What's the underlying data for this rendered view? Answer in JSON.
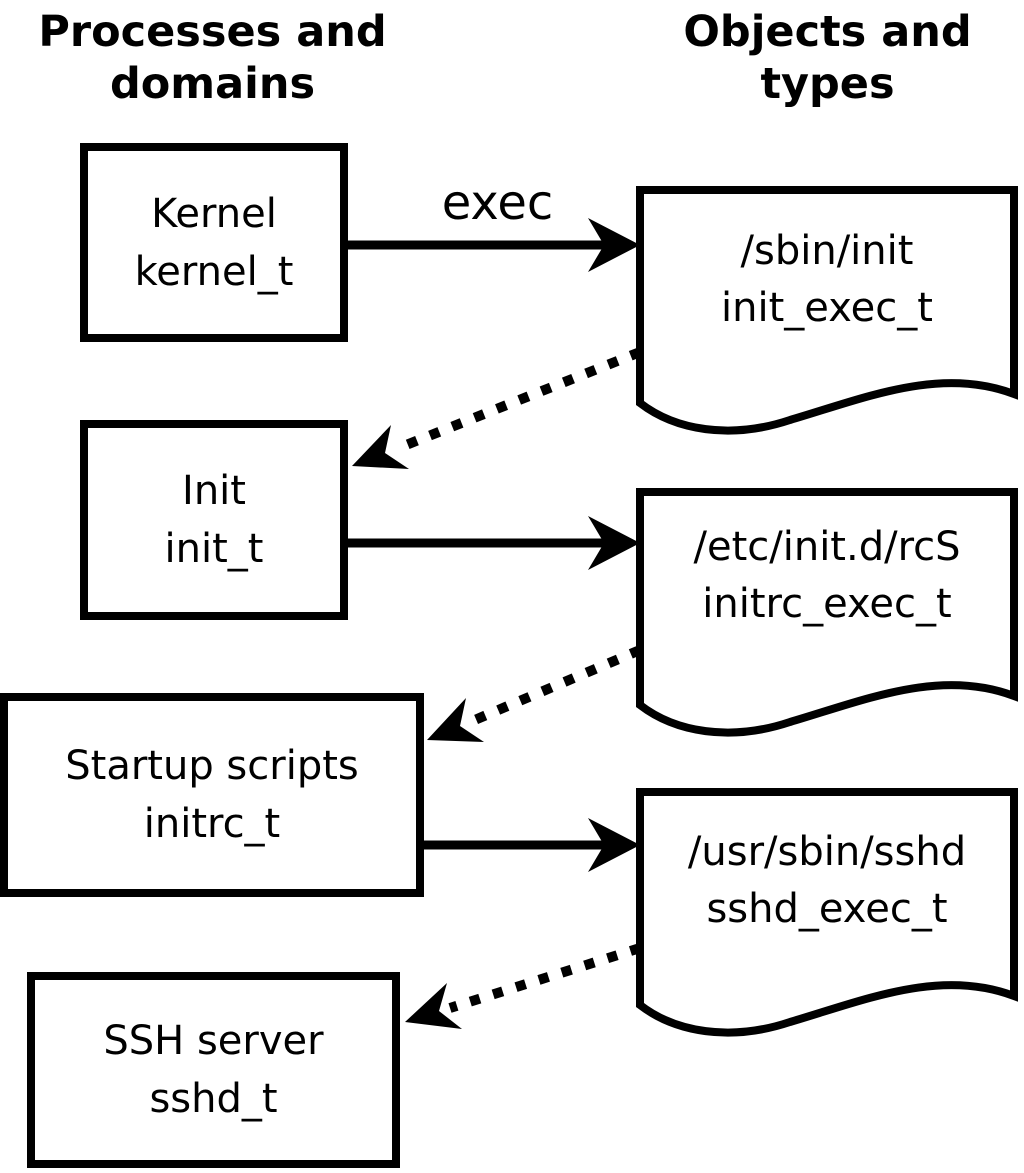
{
  "diagram": {
    "column_headers": {
      "left": "Processes and domains",
      "right": "Objects and types"
    },
    "processes": [
      {
        "name": "Kernel",
        "domain": "kernel_t"
      },
      {
        "name": "Init",
        "domain": "init_t"
      },
      {
        "name": "Startup scripts",
        "domain": "initrc_t"
      },
      {
        "name": "SSH server",
        "domain": "sshd_t"
      }
    ],
    "objects": [
      {
        "path": "/sbin/init",
        "type": "init_exec_t"
      },
      {
        "path": "/etc/init.d/rcS",
        "type": "initrc_exec_t"
      },
      {
        "path": "/usr/sbin/sshd",
        "type": "sshd_exec_t"
      }
    ],
    "edge_labels": {
      "exec": "exec"
    },
    "colors": {
      "foreground": "#000000",
      "background": "#ffffff"
    }
  }
}
